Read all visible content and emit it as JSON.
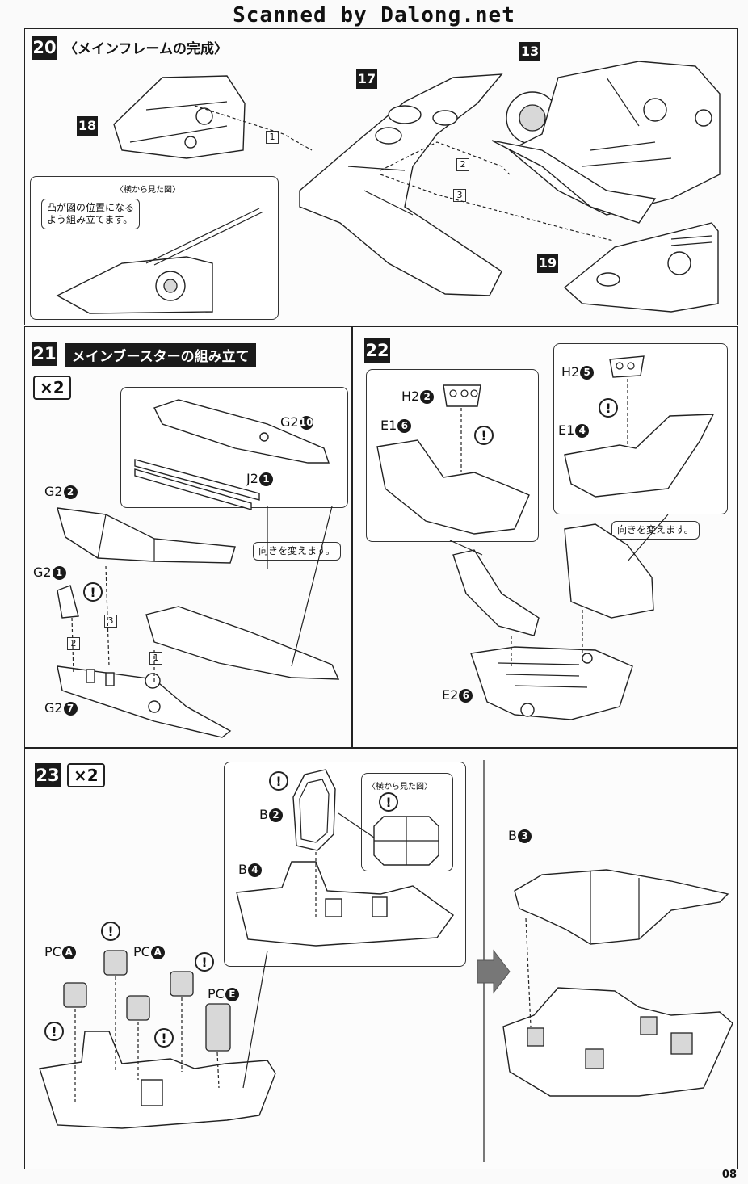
{
  "watermark": "Scanned by Dalong.net",
  "page_number": "08",
  "step20": {
    "number": "20",
    "title": "〈メインフレームの完成〉",
    "tags": [
      "18",
      "17",
      "13",
      "19"
    ],
    "inset_caption": "〈横から見た図〉",
    "callout": "凸が図の位置になる\nよう組み立てます。",
    "order": [
      "1",
      "2",
      "3"
    ]
  },
  "step21": {
    "number": "21",
    "title": "メインブースターの組み立て",
    "multiplier": "×2",
    "labels": {
      "g2_10": "G2",
      "g2_10_badge": "10",
      "j2": "J2",
      "j2_badge": "1",
      "g2_2": "G2",
      "g2_2_badge": "2",
      "g2_1": "G2",
      "g2_1_badge": "1",
      "g2_7": "G2",
      "g2_7_badge": "7"
    },
    "callout": "向きを変えます。",
    "order": [
      "1",
      "2",
      "3"
    ]
  },
  "step22": {
    "number": "22",
    "labels": {
      "h2a": "H2",
      "h2a_badge": "2",
      "e1a": "E1",
      "e1a_badge": "6",
      "h2b": "H2",
      "h2b_badge": "5",
      "e1b": "E1",
      "e1b_badge": "4",
      "e2": "E2",
      "e2_badge": "6"
    },
    "callout": "向きを変えます。"
  },
  "step23": {
    "number": "23",
    "multiplier": "×2",
    "inset_caption": "〈横から見た図〉",
    "labels": {
      "b2": "B",
      "b2_badge": "2",
      "b4": "B",
      "b4_badge": "4",
      "b3": "B",
      "b3_badge": "3",
      "pca1": "PC",
      "pca1_badge": "A",
      "pca2": "PC",
      "pca2_badge": "A",
      "pce": "PC",
      "pce_badge": "E"
    }
  },
  "icons": {
    "caution": "!"
  }
}
